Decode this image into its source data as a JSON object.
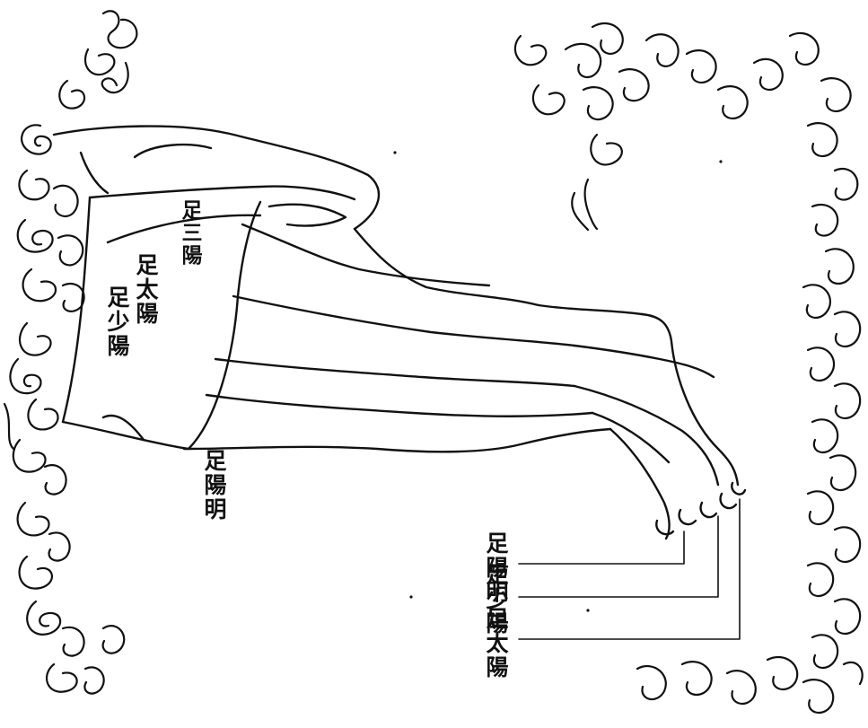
{
  "labels": {
    "leg_yangming": "足陽明",
    "leg_taiyang": "足太陽",
    "leg_shaoyang": "足少陽",
    "leg_band_top": "足三陽",
    "toe_yangming": "足陽明",
    "toe_shaoyang": "足少陽",
    "toe_taiyang": "足太陽"
  },
  "colors": {
    "ink": "#111111",
    "paper": "#ffffff"
  }
}
